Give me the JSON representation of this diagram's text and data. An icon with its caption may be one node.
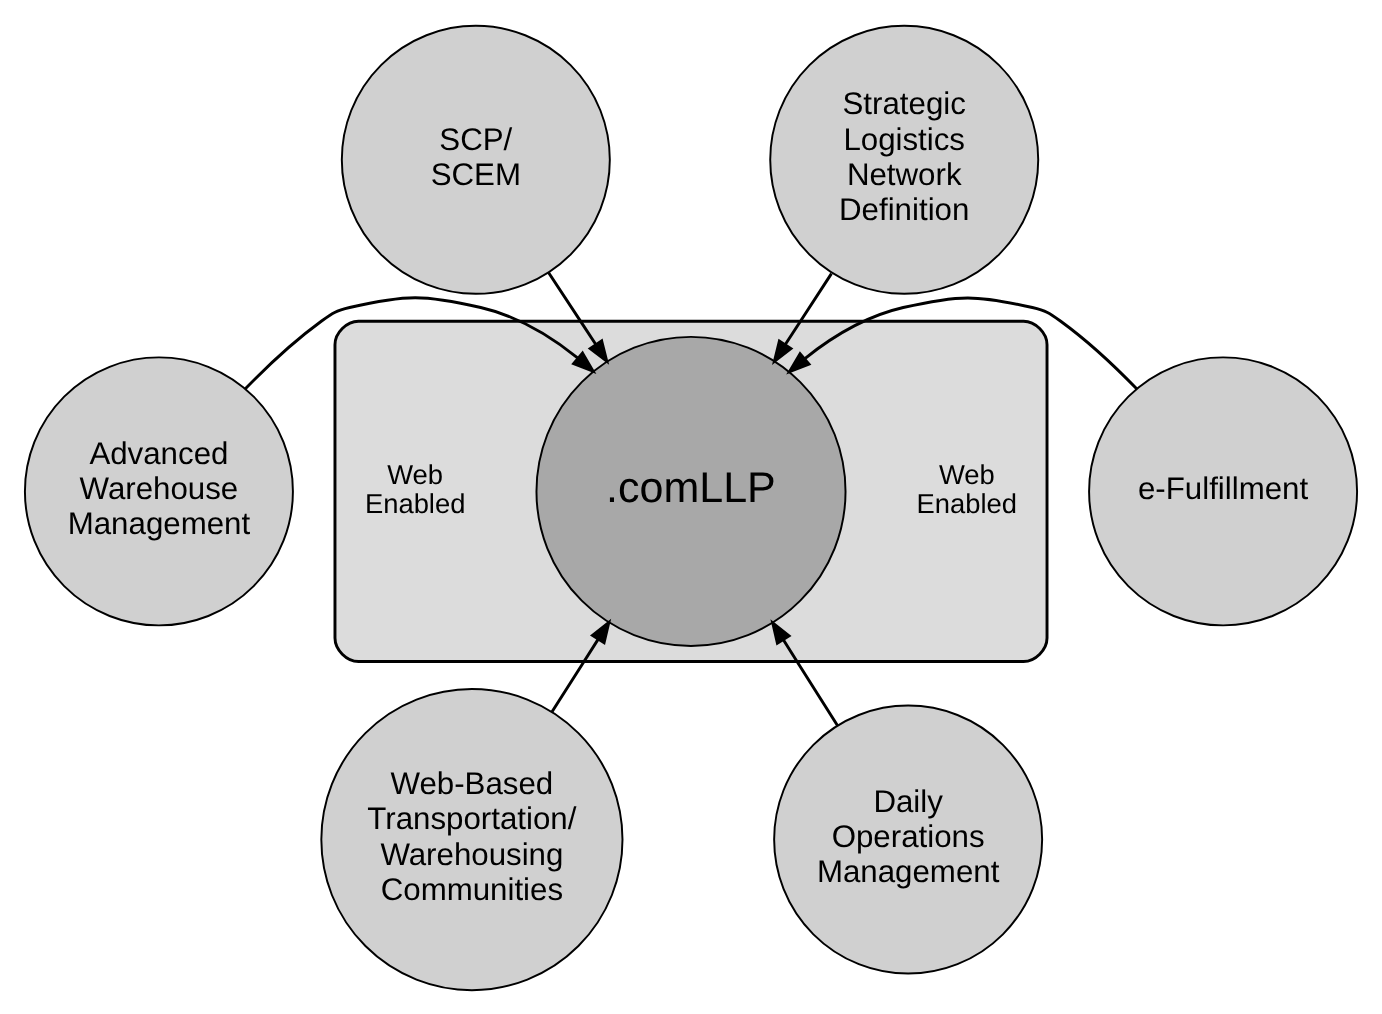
{
  "diagram": {
    "nodes": [
      {
        "text": [
          "Web Enabled",
          "Web Enabled"
        ]
      },
      {
        "text": [
          ".comLLP"
        ],
        "in": 0
      },
      {
        "text": [
          "SCP/ SCEM"
        ]
      },
      {
        "text": [
          "Strategic Logistics Network Definition"
        ]
      },
      {
        "text": [
          "Advanced Warehouse Management"
        ]
      },
      {
        "text": [
          "e-Fulfillment"
        ]
      },
      {
        "text": [
          "Web-Based Transportation/ Warehousing Communities"
        ]
      },
      {
        "text": [
          "Daily Operations Management"
        ]
      }
    ],
    "edges": [
      {
        "from": 2,
        "to": 1,
        "arrow": "to"
      },
      {
        "from": 3,
        "to": 1,
        "arrow": "to"
      },
      {
        "from": 4,
        "to": 1,
        "arrow": "to"
      },
      {
        "from": 5,
        "to": 1,
        "arrow": "to"
      },
      {
        "from": 6,
        "to": 1,
        "arrow": "to"
      },
      {
        "from": 7,
        "to": 1,
        "arrow": "to"
      }
    ]
  }
}
